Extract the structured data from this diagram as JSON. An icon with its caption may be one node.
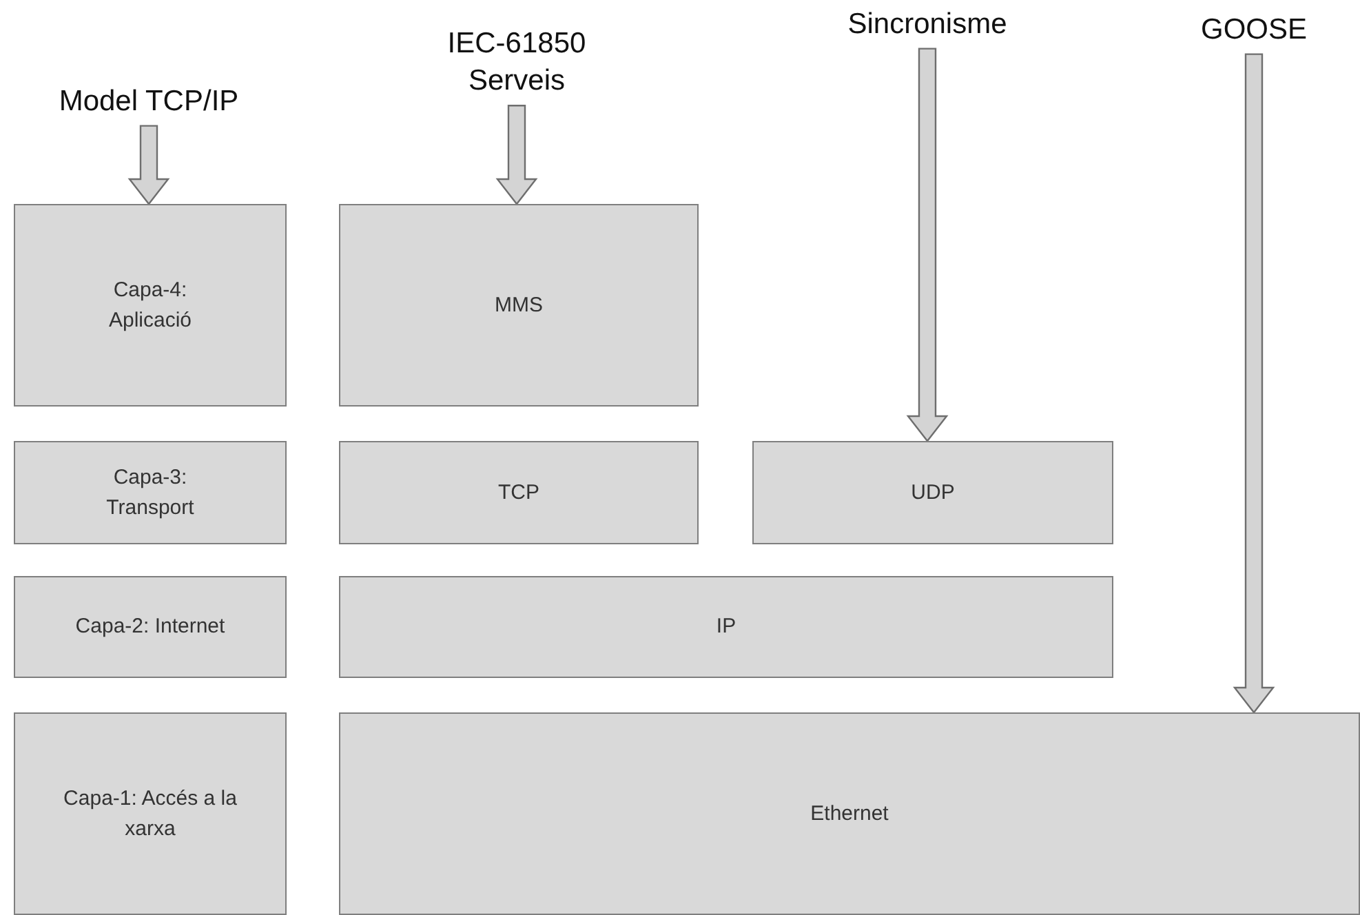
{
  "diagram": {
    "nodes": [
      {
        "text": [
          "Model TCP/IP"
        ]
      },
      {
        "text": [
          "IEC-61850 Serveis"
        ]
      },
      {
        "text": [
          "Sincronisme"
        ]
      },
      {
        "text": [
          "GOOSE"
        ]
      },
      {
        "text": [
          "Capa-4: Aplicació"
        ]
      },
      {
        "text": [
          "MMS"
        ]
      },
      {
        "text": [
          "Capa-3: Transport"
        ]
      },
      {
        "text": [
          "TCP"
        ]
      },
      {
        "text": [
          "UDP"
        ]
      },
      {
        "text": [
          "Capa-2: Internet"
        ]
      },
      {
        "text": [
          "IP"
        ]
      },
      {
        "text": [
          "Capa-1: Accés a la xarxa"
        ]
      },
      {
        "text": [
          "Ethernet"
        ]
      }
    ],
    "edges": [
      {
        "from": 0,
        "to": 4,
        "arrow": "to"
      },
      {
        "from": 1,
        "to": 5,
        "arrow": "to"
      },
      {
        "from": 2,
        "to": 8,
        "arrow": "to"
      },
      {
        "from": 3,
        "to": 12,
        "arrow": "to"
      }
    ]
  }
}
